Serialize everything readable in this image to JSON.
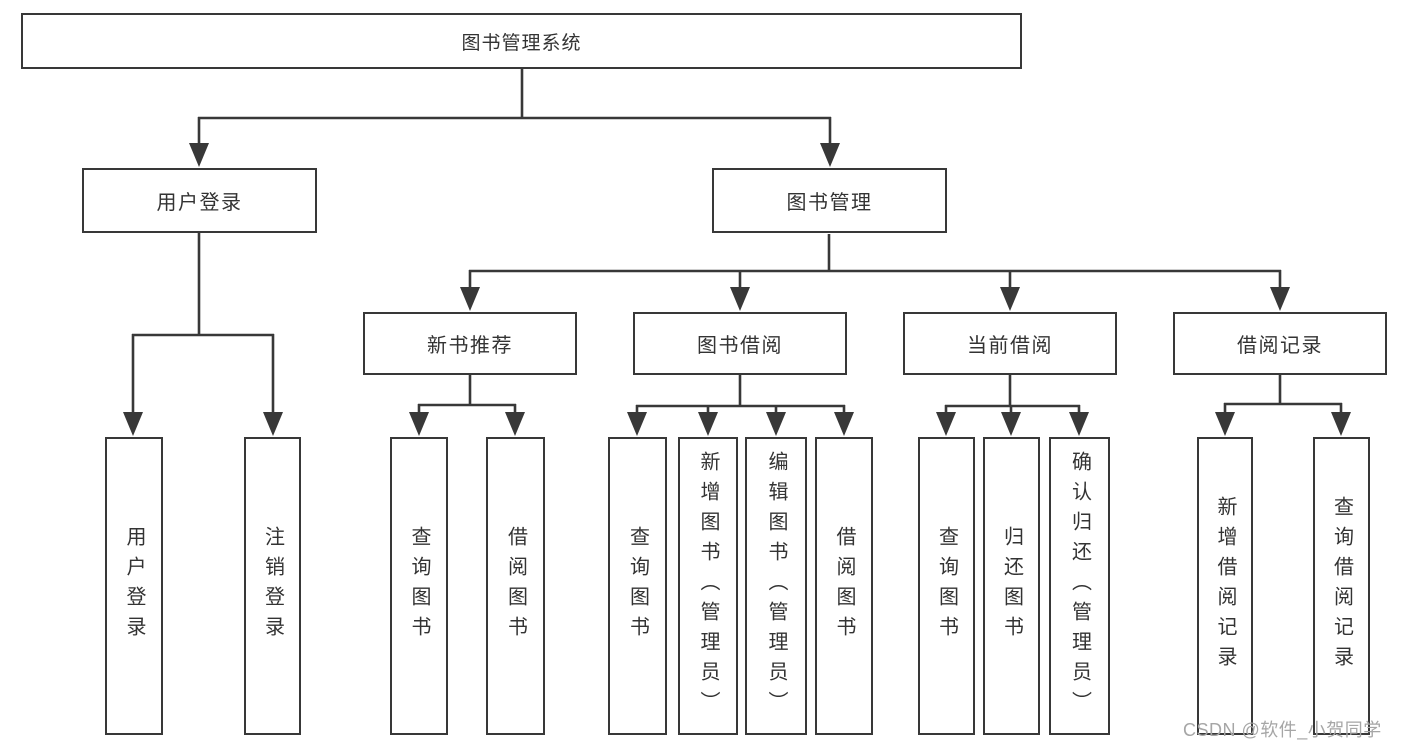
{
  "diagram": {
    "root": {
      "label": "图书管理系统"
    },
    "branches": [
      {
        "label": "用户登录",
        "children": [
          {
            "label": "用户登录"
          },
          {
            "label": "注销登录"
          }
        ]
      },
      {
        "label": "图书管理",
        "groups": [
          {
            "label": "新书推荐",
            "children": [
              {
                "label": "查询图书"
              },
              {
                "label": "借阅图书"
              }
            ]
          },
          {
            "label": "图书借阅",
            "children": [
              {
                "label": "查询图书"
              },
              {
                "label": "新增图书（管理员）"
              },
              {
                "label": "编辑图书（管理员）"
              },
              {
                "label": "借阅图书"
              }
            ]
          },
          {
            "label": "当前借阅",
            "children": [
              {
                "label": "查询图书"
              },
              {
                "label": "归还图书"
              },
              {
                "label": "确认归还（管理员）"
              }
            ]
          },
          {
            "label": "借阅记录",
            "children": [
              {
                "label": "新增借阅记录"
              },
              {
                "label": "查询借阅记录"
              }
            ]
          }
        ]
      }
    ]
  },
  "watermark": {
    "text": "CSDN @软件_小贺同学"
  },
  "colors": {
    "line": "#383838",
    "text": "#333333",
    "watermark": "#a6a6a6",
    "background": "#ffffff"
  }
}
